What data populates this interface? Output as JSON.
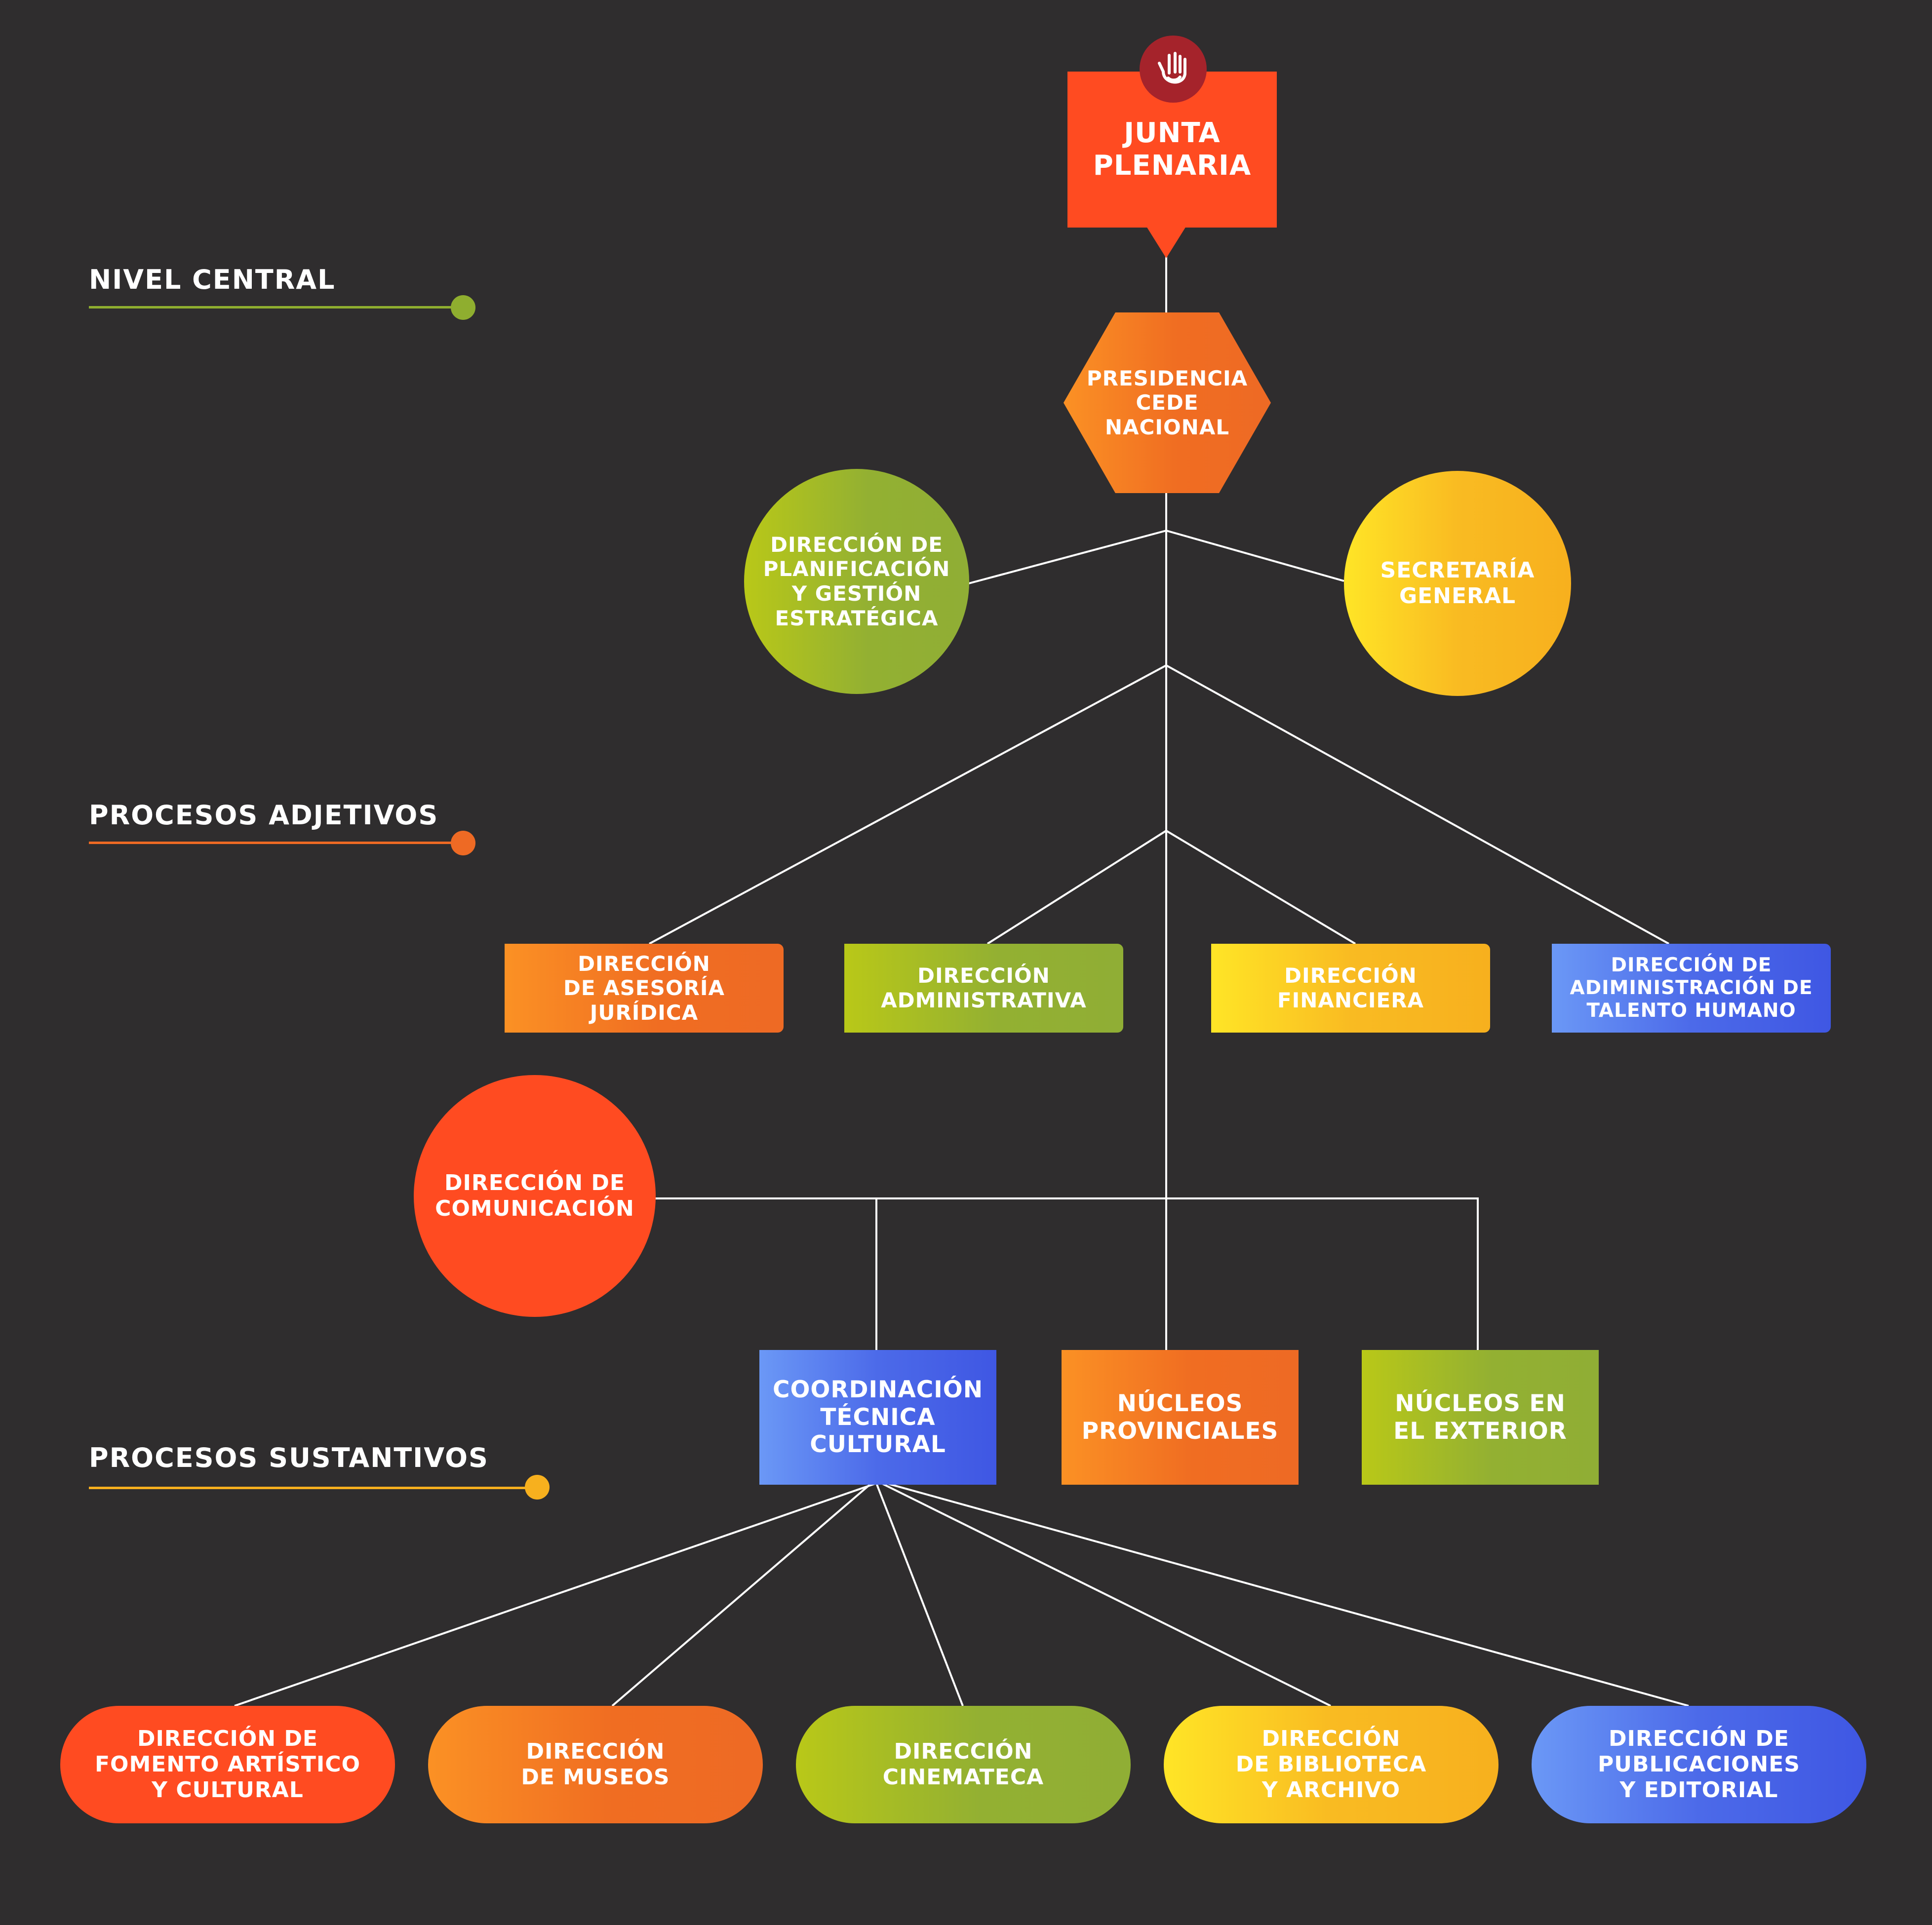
{
  "levels": {
    "central": "NIVEL CENTRAL",
    "adjetivos": "PROCESOS ADJETIVOS",
    "sustantivos": "PROCESOS SUSTANTIVOS"
  },
  "level_colors": {
    "central": "#8fae2f",
    "adjetivos": "#ee6a24",
    "sustantivos": "#f7b01e"
  },
  "logo_icon": "hand-logo-icon",
  "nodes": {
    "junta": "JUNTA\nPLENARIA",
    "presidencia": "PRESIDENCIA\nCEDE\nNACIONAL",
    "planificacion": "DIRECCIÓN DE\nPLANIFICACIÓN\nY GESTIÓN\nESTRATÉGICA",
    "secretaria": "SECRETARÍA\nGENERAL",
    "juridica": "DIRECCIÓN\nDE ASESORÍA\nJURÍDICA",
    "administrativa": "DIRECCIÓN\nADMINISTRATIVA",
    "financiera": "DIRECCIÓN\nFINANCIERA",
    "talento": "DIRECCIÓN DE\nADIMINISTRACIÓN DE\nTALENTO HUMANO",
    "comunicacion": "DIRECCIÓN DE\nCOMUNICACIÓN",
    "coordinacion": "COORDINACIÓN\nTÉCNICA\nCULTURAL",
    "provinciales": "NÚCLEOS\nPROVINCIALES",
    "exterior": "NÚCLEOS EN\nEL EXTERIOR",
    "fomento": "DIRECCIÓN DE\nFOMENTO ARTÍSTICO\nY CULTURAL",
    "museos": "DIRECCIÓN\nDE MUSEOS",
    "cinemateca": "DIRECCIÓN\nCINEMATECA",
    "biblioteca": "DIRECCIÓN\nDE BIBLIOTECA\nY ARCHIVO",
    "publicaciones": "DIRECCIÓN DE\nPUBLICACIONES\nY EDITORIAL"
  },
  "colors": {
    "background": "#2f2d2e",
    "red": "#ff4b21",
    "orange": "#ee6a24",
    "green": "#90ae35",
    "yellow": "#f7b01e",
    "blue": "#3f57e3",
    "logo": "#a5232b",
    "connector": "#ffffff"
  }
}
